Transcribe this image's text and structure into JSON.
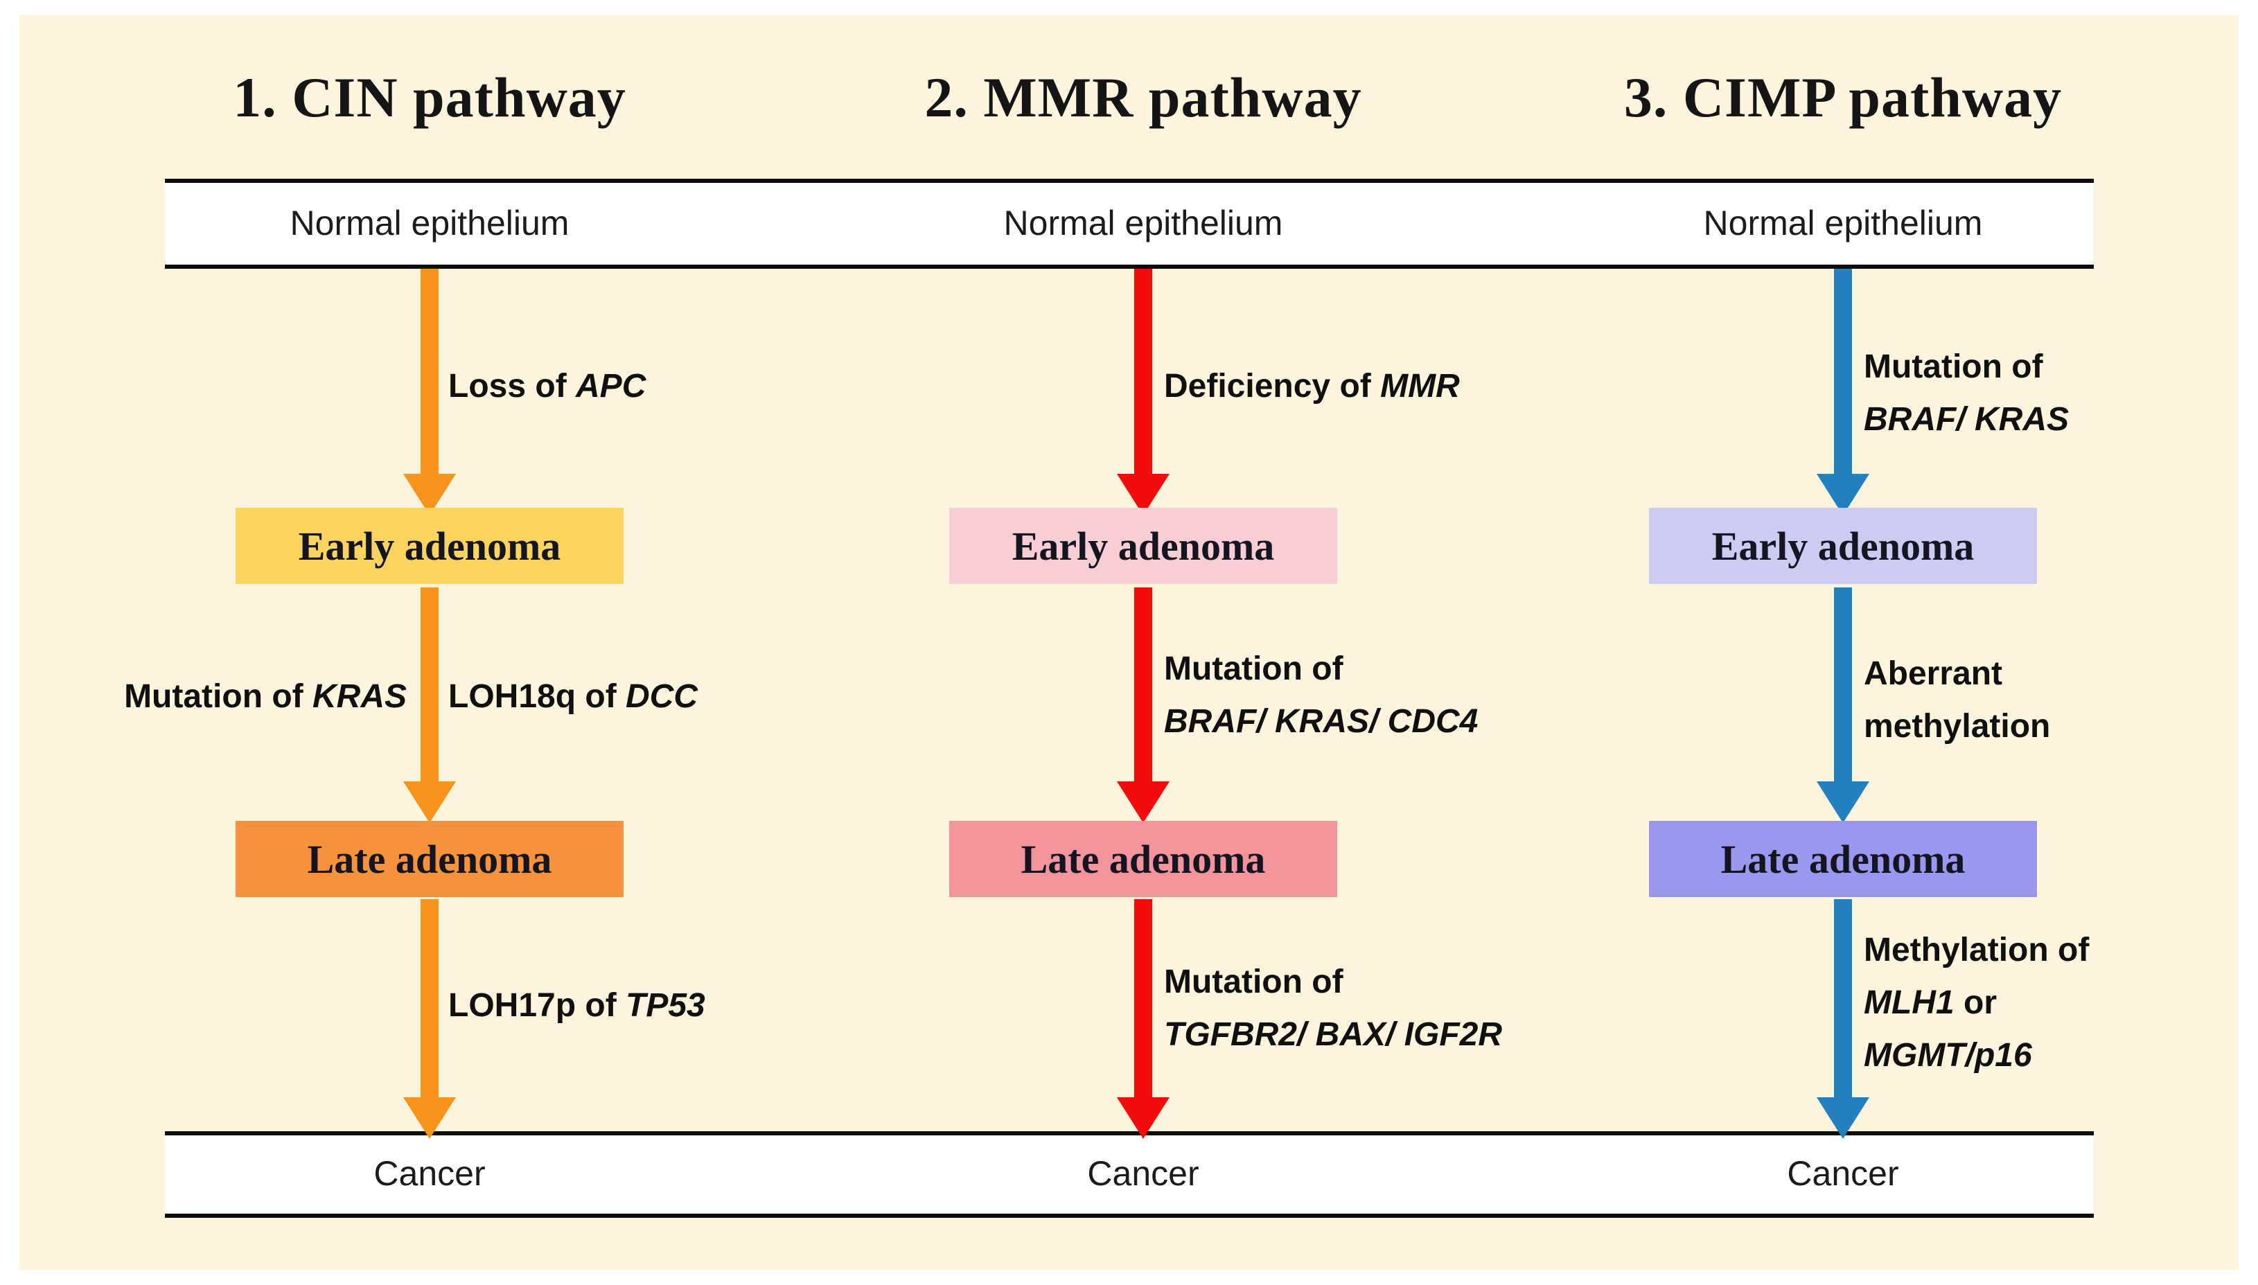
{
  "figure": {
    "background": "#FCF4DC",
    "band_fill": "#FFFFFF",
    "line_color": "#0C0C0C"
  },
  "pathways": [
    {
      "title": "1. CIN pathway",
      "normal_label": "Normal epithelium",
      "early_label": "Early adenoma",
      "late_label": "Late adenoma",
      "cancer_label": "Cancer",
      "colors": {
        "arrow": "#F7941D",
        "early": "#FBD45F",
        "late": "#F6913C"
      },
      "step1": {
        "lines": [
          [
            {
              "t": "Loss of ",
              "g": 0
            },
            {
              "t": "APC",
              "g": 1
            }
          ]
        ]
      },
      "step2_left": {
        "lines": [
          [
            {
              "t": "Mutation of ",
              "g": 0
            },
            {
              "t": "KRAS",
              "g": 1
            }
          ]
        ]
      },
      "step2_right": {
        "lines": [
          [
            {
              "t": "LOH18q of ",
              "g": 0
            },
            {
              "t": "DCC",
              "g": 1
            }
          ]
        ]
      },
      "step3": {
        "lines": [
          [
            {
              "t": "LOH17p of ",
              "g": 0
            },
            {
              "t": "TP53",
              "g": 1
            }
          ]
        ]
      }
    },
    {
      "title": "2. MMR pathway",
      "normal_label": "Normal epithelium",
      "early_label": "Early adenoma",
      "late_label": "Late adenoma",
      "cancer_label": "Cancer",
      "colors": {
        "arrow": "#F20D0D",
        "early": "#F8CDD3",
        "late": "#F2949C"
      },
      "step1": {
        "lines": [
          [
            {
              "t": "Deficiency of ",
              "g": 0
            },
            {
              "t": "MMR",
              "g": 1
            }
          ]
        ]
      },
      "step2": {
        "lines": [
          [
            {
              "t": "Mutation of",
              "g": 0
            }
          ],
          [
            {
              "t": "BRAF/ KRAS/ CDC4",
              "g": 1
            }
          ]
        ]
      },
      "step3": {
        "lines": [
          [
            {
              "t": "Mutation of",
              "g": 0
            }
          ],
          [
            {
              "t": "TGFBR2/ BAX/ IGF2R",
              "g": 1
            }
          ]
        ]
      }
    },
    {
      "title": "3. CIMP pathway",
      "normal_label": "Normal epithelium",
      "early_label": "Early adenoma",
      "late_label": "Late adenoma",
      "cancer_label": "Cancer",
      "colors": {
        "arrow": "#2280BE",
        "early": "#CCCBF2",
        "late": "#9A98EE"
      },
      "step1": {
        "lines": [
          [
            {
              "t": "Mutation of",
              "g": 0
            }
          ],
          [
            {
              "t": "BRAF/ KRAS",
              "g": 1
            }
          ]
        ]
      },
      "step2": {
        "lines": [
          [
            {
              "t": "Aberrant",
              "g": 0
            }
          ],
          [
            {
              "t": "methylation",
              "g": 0
            }
          ]
        ]
      },
      "step3": {
        "lines": [
          [
            {
              "t": "Methylation of",
              "g": 0
            }
          ],
          [
            {
              "t": "MLH1",
              "g": 1
            },
            {
              "t": " or",
              "g": 0
            }
          ],
          [
            {
              "t": "MGMT/p16",
              "g": 1
            }
          ]
        ]
      }
    }
  ]
}
